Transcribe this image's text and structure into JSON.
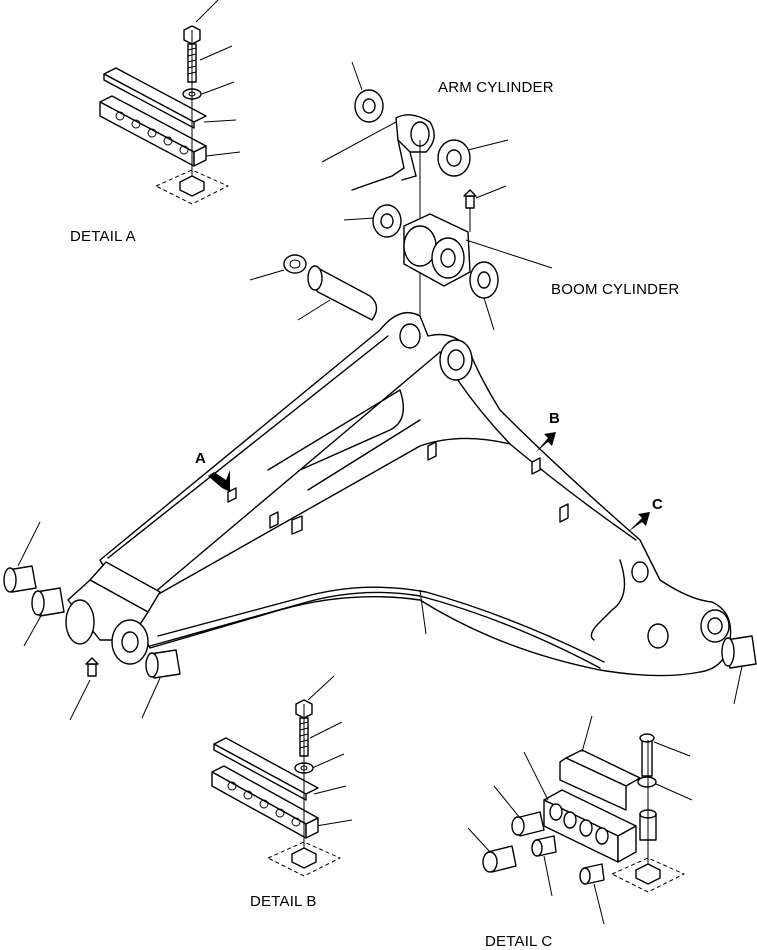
{
  "labels": {
    "arm_cylinder": "ARM CYLINDER",
    "boom_cylinder": "BOOM CYLINDER",
    "detail_a": "DETAIL A",
    "detail_b": "DETAIL B",
    "detail_c": "DETAIL C"
  },
  "callouts": {
    "a": "A",
    "b": "B",
    "c": "C"
  }
}
